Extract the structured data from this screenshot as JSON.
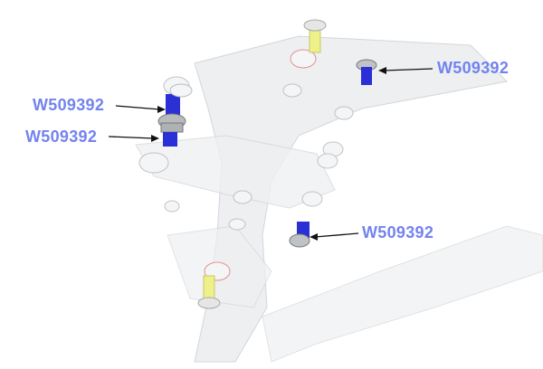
{
  "callouts": [
    {
      "part_number": "W509392"
    },
    {
      "part_number": "W509392"
    },
    {
      "part_number": "W509392"
    },
    {
      "part_number": "W509392"
    }
  ],
  "colors": {
    "label": "#7383ee",
    "bolt": "#2a2fd6",
    "frame": "#e6e8ea",
    "arrow": "#111111"
  }
}
